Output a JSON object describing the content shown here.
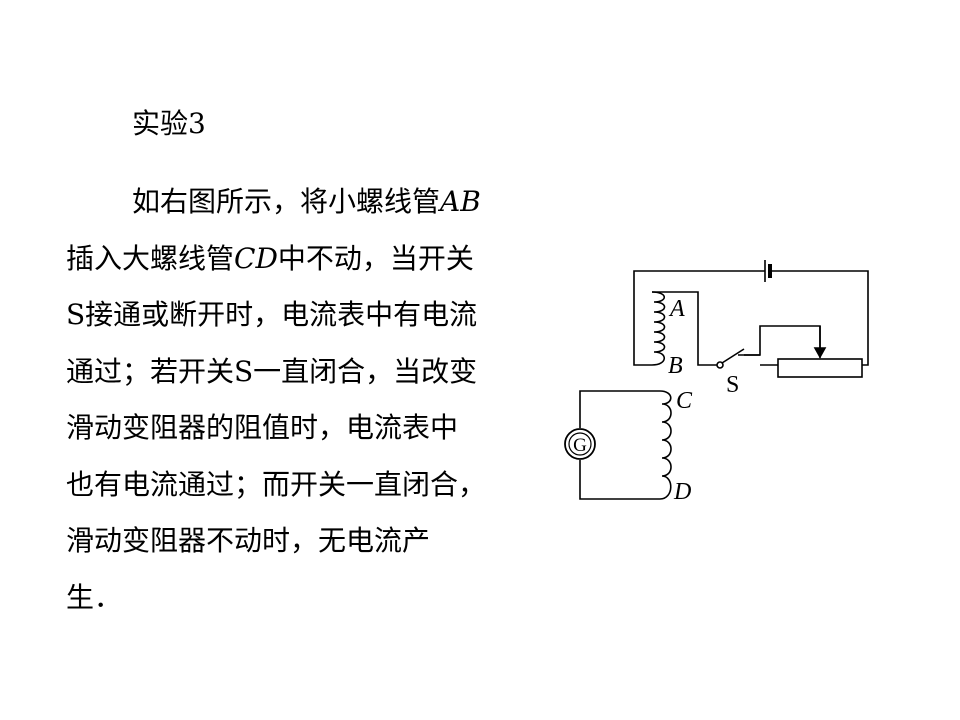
{
  "heading": "实验3",
  "paragraph": {
    "lines": [
      [
        "如右图所示，将小螺线管",
        "AB"
      ],
      [
        "插入大螺线管",
        "CD",
        "中不动，当开关"
      ],
      [
        "S接通或断开时，电流表中有电流"
      ],
      [
        "通过；若开关S一直闭合，当改变"
      ],
      [
        "滑动变阻器的阻值时，电流表中"
      ],
      [
        "也有电流通过；而开关一直闭合，"
      ],
      [
        "滑动变阻器不动时，无电流产"
      ],
      [
        "生．"
      ]
    ]
  },
  "diagram": {
    "labels": {
      "a": "A",
      "b": "B",
      "c": "C",
      "d": "D",
      "switch": "S",
      "galvanometer": "G"
    }
  }
}
